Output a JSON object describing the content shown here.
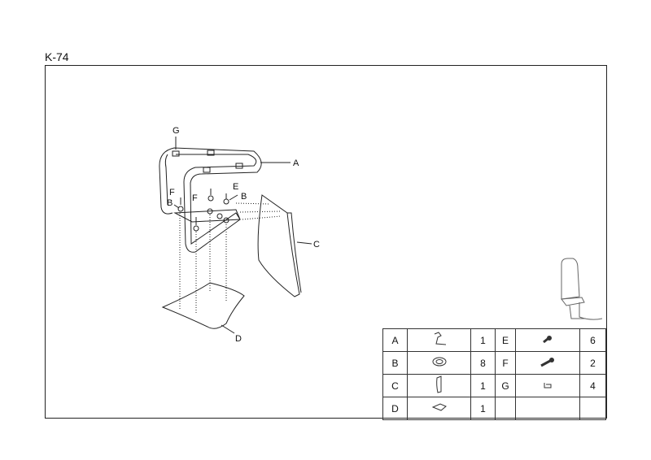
{
  "title": "K-74",
  "labels": {
    "A": "A",
    "B1": "B",
    "B2": "B",
    "C": "C",
    "D": "D",
    "E": "E",
    "F1": "F",
    "F2": "F",
    "G": "G"
  },
  "parts": [
    {
      "letter": "A",
      "icon": "frame-icon",
      "qty": "1"
    },
    {
      "letter": "B",
      "icon": "washer-icon",
      "qty": "8"
    },
    {
      "letter": "C",
      "icon": "backrest-icon",
      "qty": "1"
    },
    {
      "letter": "D",
      "icon": "seat-icon",
      "qty": "1"
    },
    {
      "letter": "E",
      "icon": "short-bolt-icon",
      "qty": "6"
    },
    {
      "letter": "F",
      "icon": "long-bolt-icon",
      "qty": "2"
    },
    {
      "letter": "G",
      "icon": "cap-icon",
      "qty": "4"
    }
  ]
}
